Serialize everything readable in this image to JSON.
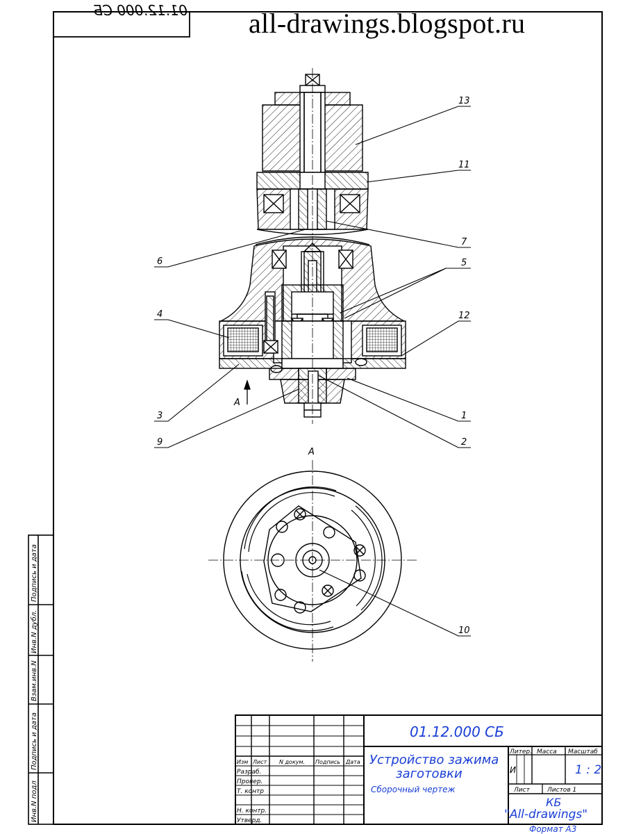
{
  "watermark": "all-drawings.blogspot.ru",
  "stamp_code_mirrored": "01.12.000 СБ",
  "view_label": "А",
  "section_arrow_label": "А",
  "callouts": [
    "1",
    "2",
    "3",
    "4",
    "5",
    "6",
    "7",
    "9",
    "10",
    "11",
    "12",
    "13"
  ],
  "title_block": {
    "doc_code": "01.12.000 СБ",
    "name_line1": "Устройство зажима",
    "name_line2": "заготовки",
    "doc_type": "Сборочный чертеж",
    "lit_header": "Литер.",
    "mass_header": "Масса",
    "scale_header": "Масштаб",
    "lit_value": "И",
    "scale_value": "1 : 2",
    "sheet_label": "Лист",
    "sheets_label": "Листов 1",
    "org_line1": "КБ",
    "org_line2": "\"All-drawings\"",
    "format": "Формат А3",
    "col_headers": [
      "Изм",
      "Лист",
      "N докум.",
      "Подпись",
      "Дата"
    ],
    "roles": [
      "Разраб.",
      "Провер.",
      "Т. контр",
      "",
      "Н. контр.",
      "Утверд."
    ]
  },
  "side_stamp": [
    "Инв.N подл",
    "Подпись и дата",
    "Взам.инв.N",
    "Инв.N дубл.",
    "Подпись и дата"
  ]
}
